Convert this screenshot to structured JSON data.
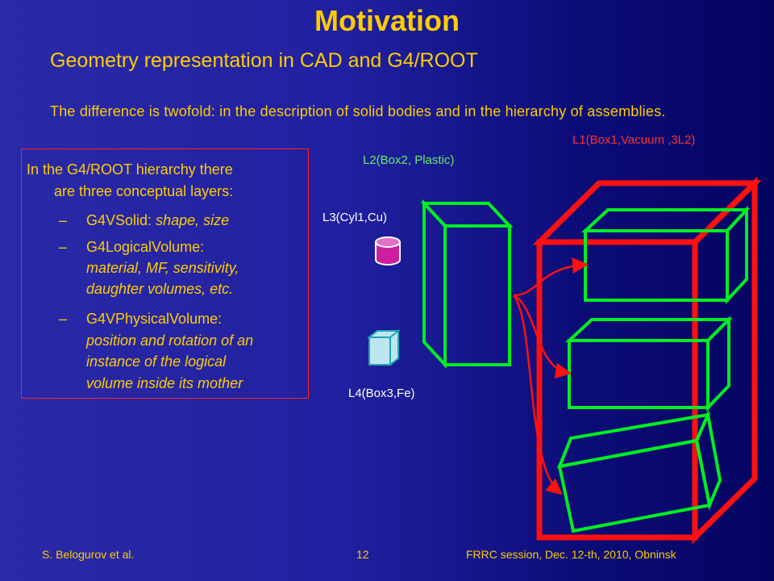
{
  "slide": {
    "title": "Motivation",
    "subtitle": "Geometry representation in CAD and G4/ROOT",
    "intro": "The difference is twofold: in the description of solid bodies and in the hierarchy of assemblies."
  },
  "hierarchy_box": {
    "line1": "In the G4/ROOT hierarchy there",
    "line2": "are three conceptual layers:",
    "items": [
      {
        "dash": "–",
        "name": "G4VSolid:",
        "desc": "shape, size"
      },
      {
        "dash": "–",
        "name": "G4LogicalVolume:",
        "desc_lines": [
          "material, MF, sensitivity,",
          "daughter volumes, etc."
        ]
      },
      {
        "dash": "–",
        "name": "G4VPhysicalVolume:",
        "desc_lines": [
          "position and rotation of an",
          "instance of the logical",
          "volume inside its mother"
        ]
      }
    ]
  },
  "diagram_labels": {
    "l1": "L1(Box1,Vacuum ,3L2)",
    "l2": "L2(Box2, Plastic)",
    "l3": "L3(Cyl1,Cu)",
    "l4": "L4(Box3,Fe)"
  },
  "colors": {
    "title": "#ffcc00",
    "l1_label": "#ff3030",
    "l2_label": "#66ee66",
    "l3_label": "#ffffff",
    "l4_label": "#ffffff",
    "green_box": "#00ee22",
    "red_box": "#ff1010",
    "cylinder": "#cc1fa0",
    "small_cube": "#bde7ee"
  },
  "footer": {
    "authors": "S. Belogurov et  al.",
    "page": "12",
    "event": "FRRC session,  Dec. 12-th, 2010, Obninsk"
  }
}
